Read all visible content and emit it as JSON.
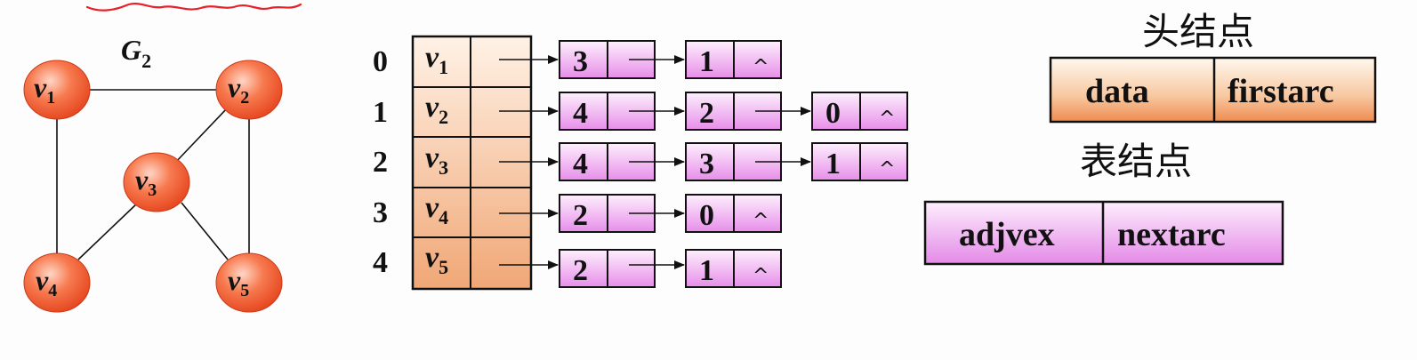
{
  "graph": {
    "title": "G",
    "title_sub": "2",
    "vertices": [
      {
        "base": "v",
        "sub": "1"
      },
      {
        "base": "v",
        "sub": "2"
      },
      {
        "base": "v",
        "sub": "3"
      },
      {
        "base": "v",
        "sub": "4"
      },
      {
        "base": "v",
        "sub": "5"
      }
    ]
  },
  "adjacency_list": {
    "rows": [
      {
        "index": "0",
        "vertex": {
          "base": "v",
          "sub": "1"
        },
        "arcs": [
          "3",
          "1"
        ]
      },
      {
        "index": "1",
        "vertex": {
          "base": "v",
          "sub": "2"
        },
        "arcs": [
          "4",
          "2",
          "0"
        ]
      },
      {
        "index": "2",
        "vertex": {
          "base": "v",
          "sub": "3"
        },
        "arcs": [
          "4",
          "3",
          "1"
        ]
      },
      {
        "index": "3",
        "vertex": {
          "base": "v",
          "sub": "4"
        },
        "arcs": [
          "2",
          "0"
        ]
      },
      {
        "index": "4",
        "vertex": {
          "base": "v",
          "sub": "5"
        },
        "arcs": [
          "2",
          "1"
        ]
      }
    ],
    "null_symbol": "^"
  },
  "legend": {
    "head_node_title": "头结点",
    "head_fields": [
      "data",
      "firstarc"
    ],
    "table_node_title": "表结点",
    "table_fields": [
      "adjvex",
      "nextarc"
    ]
  },
  "colors": {
    "vertex_fill": "#f2572c",
    "head_cell": "#f4b98a",
    "list_node": "#ee9ef0",
    "annotation": "#e8202a"
  }
}
